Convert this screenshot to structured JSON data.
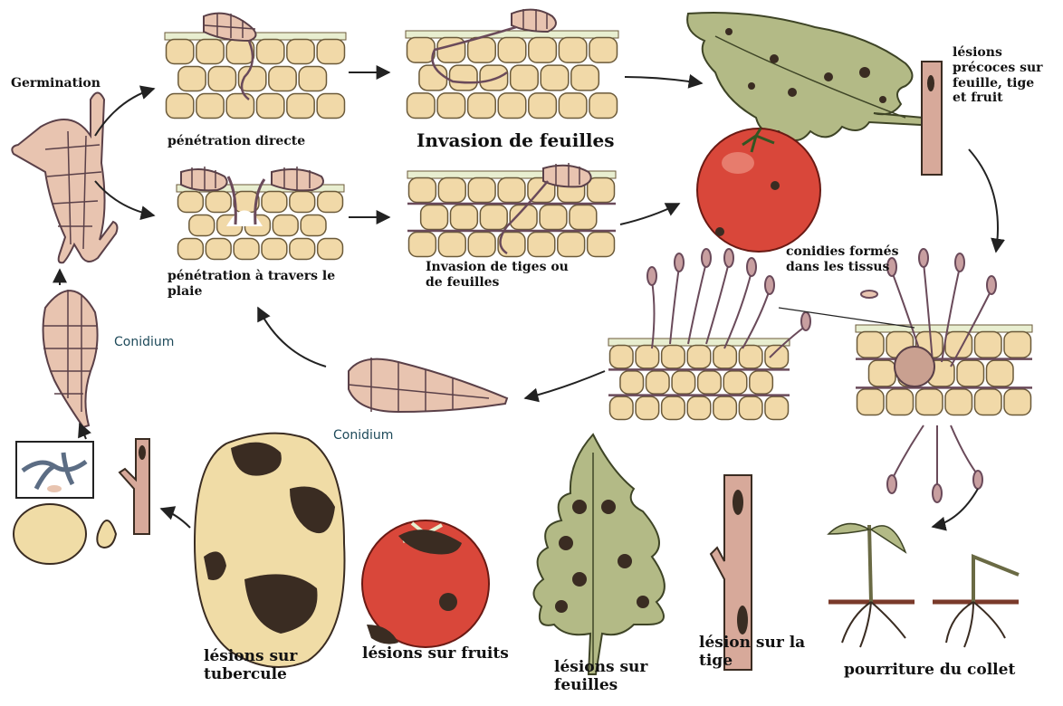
{
  "labels": {
    "germination": "Germination",
    "penetration_directe": "pénétration directe",
    "invasion_feuilles": "Invasion de feuilles",
    "lesions_precoces": "lésions précoces sur feuille, tige et fruit",
    "penetration_plaie": "pénétration à travers le plaie",
    "invasion_tiges": "Invasion de tiges ou de feuilles",
    "conidies_formes": "conidies formés dans les tissus",
    "conidium_left": "Conidium",
    "conidium_center": "Conidium",
    "lesions_tubercule": "lésions sur tubercule",
    "lesions_fruits": "lésions sur fruits",
    "lesions_feuilles": "lésions sur feuilles",
    "lesion_tige": "lésion sur la tige",
    "pourriture_collet": "pourriture du collet"
  },
  "colors": {
    "cell_fill": "#f1d9a8",
    "cell_stroke": "#6b5a3a",
    "spore_fill": "#e8c4b0",
    "hypha": "#6a4a5a",
    "leaf": "#b3ba86",
    "leaf_stroke": "#3e4426",
    "tomato": "#d9473a",
    "potato": "#f0dca6",
    "lesion": "#3a2c22",
    "stem": "#d7a99a",
    "arrow": "#222222"
  },
  "icons": {
    "germinating_spore": "germinating-spore-icon",
    "conidium": "conidium-icon",
    "tissue": "tissue-icon",
    "leaf": "leaf-icon",
    "tomato": "tomato-icon",
    "potato": "potato-icon",
    "stem": "stem-icon",
    "seedling": "seedling-icon"
  }
}
